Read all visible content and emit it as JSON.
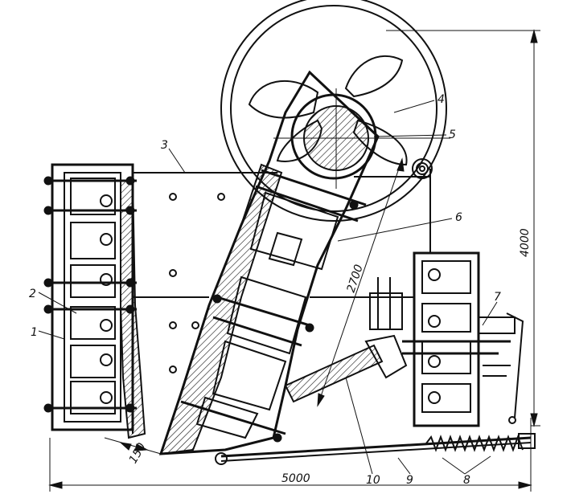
{
  "labels": {
    "l1": "1",
    "l2": "2",
    "l3": "3",
    "l4": "4",
    "l5": "5",
    "l6": "6",
    "l7": "7",
    "l8": "8",
    "l9": "9",
    "l10": "10"
  },
  "dimensions": {
    "width": "5000",
    "height": "4000",
    "stroke": "2700",
    "gap": "150"
  }
}
